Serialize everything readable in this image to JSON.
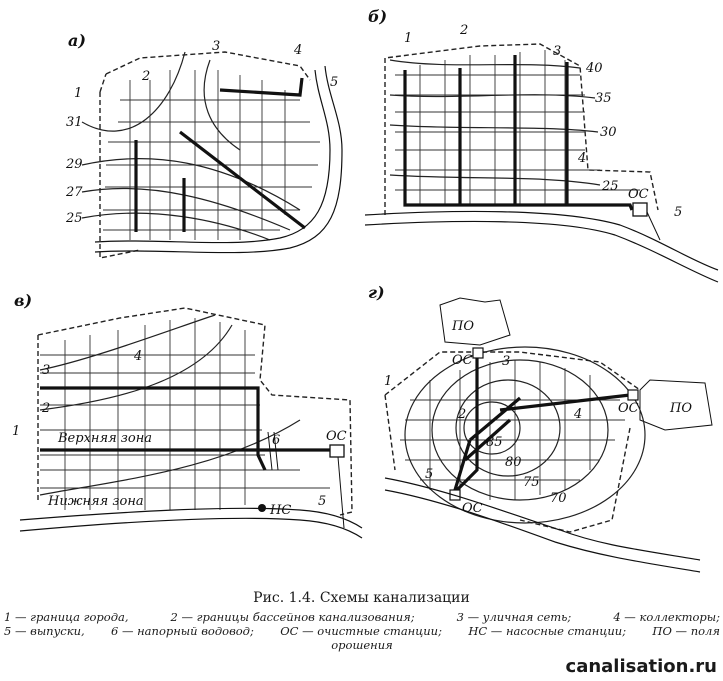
{
  "panels": {
    "a": {
      "letter": "а)",
      "numbers": [
        "1",
        "2",
        "3",
        "4",
        "5"
      ],
      "contours": [
        "31",
        "29",
        "27",
        "25"
      ]
    },
    "b": {
      "letter": "б)",
      "numbers": [
        "1",
        "2",
        "3",
        "4",
        "5"
      ],
      "contours": [
        "40",
        "35",
        "30",
        "25"
      ],
      "treatment": "ОС"
    },
    "v": {
      "letter": "в)",
      "numbers": [
        "1",
        "2",
        "3",
        "4",
        "5",
        "6"
      ],
      "upper_zone": "Верхняя зона",
      "lower_zone": "Нижняя зона",
      "treatment": "ОС",
      "pump": "НС"
    },
    "g": {
      "letter": "г)",
      "numbers": [
        "1",
        "2",
        "3",
        "4",
        "5"
      ],
      "contours": [
        "85",
        "80",
        "75",
        "70"
      ],
      "treatment": "ОС",
      "fields": "ПО"
    }
  },
  "caption": "Рис. 1.4. Схемы канализации",
  "legend": {
    "l1": "1 — граница города,",
    "l2": "2 — границы бассейнов канализования;",
    "l3": "3 — уличная сеть;",
    "l4": "4 — коллекторы;",
    "l5": "5 — выпуски,",
    "l6": "6 — напорный водовод;",
    "l7": "ОС — очистные станции;",
    "l8": "НС — насосные станции;",
    "l9": "ПО — поля",
    "l10": "орошения"
  },
  "watermark": "canalisation.ru"
}
